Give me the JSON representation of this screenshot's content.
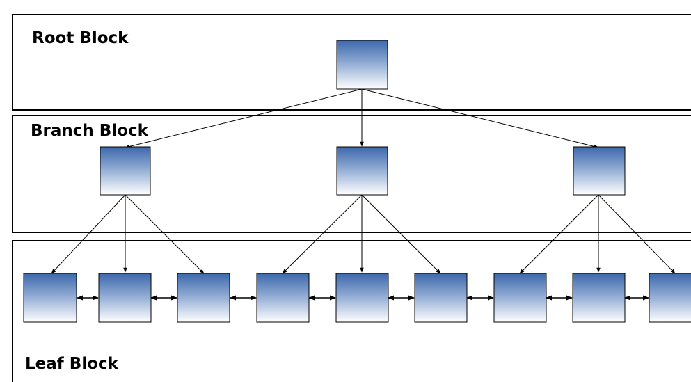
{
  "diagram": {
    "tiers": {
      "root": {
        "label": "Root Block"
      },
      "branch": {
        "label": "Branch Block"
      },
      "leaf": {
        "label": "Leaf Block"
      }
    },
    "structure": {
      "root_nodes": 1,
      "branch_nodes": 3,
      "leaf_nodes": 9,
      "leaves_per_branch": 3,
      "leaf_links": "bidirectional"
    },
    "colors": {
      "node_gradient_top": "#3d69ad",
      "node_gradient_bottom": "#ffffff",
      "node_border": "#000000",
      "frame_border": "#000000",
      "arrow": "#000000"
    }
  }
}
